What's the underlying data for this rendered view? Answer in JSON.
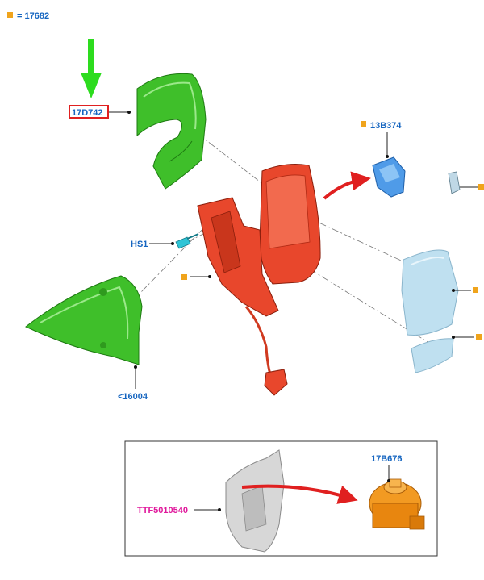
{
  "legend": {
    "marker_color": "#f0a41c",
    "text": "= 17682"
  },
  "parts": {
    "p17d742": {
      "label": "17D742",
      "color": "#3fbf2a",
      "highlight": "#e02020"
    },
    "p13b374": {
      "label": "13B374",
      "color": "#4f9be8"
    },
    "hs1": {
      "label": "HS1"
    },
    "p16004": {
      "label": "<16004",
      "color": "#3fbf2a"
    },
    "housing": {
      "color": "#e8472c"
    },
    "glass": {
      "color": "#bfe0f0"
    }
  },
  "inset": {
    "tool_label": "TTF5010540",
    "tool_label_color": "#e0179b",
    "motor_label": "17B676",
    "motor_color": "#f29a22"
  },
  "arrows": {
    "pointer_color": "#2ddc1e",
    "callout_color": "#e02020"
  }
}
